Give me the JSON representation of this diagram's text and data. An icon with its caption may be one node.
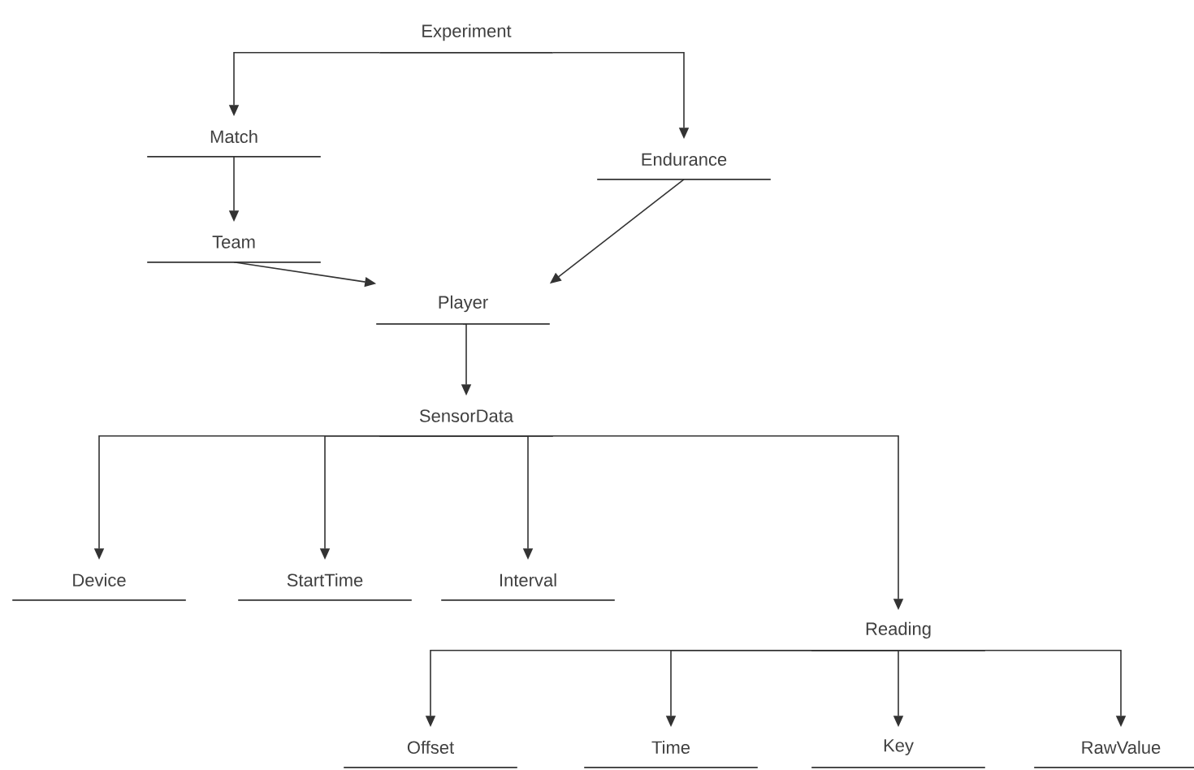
{
  "diagram": {
    "nodes": [
      {
        "text": [
          "Experiment"
        ]
      },
      {
        "text": [
          "Match"
        ]
      },
      {
        "text": [
          "Endurance"
        ]
      },
      {
        "text": [
          "Team"
        ]
      },
      {
        "text": [
          "Player"
        ]
      },
      {
        "text": [
          "SensorData"
        ]
      },
      {
        "text": [
          "Device"
        ]
      },
      {
        "text": [
          "StartTime"
        ]
      },
      {
        "text": [
          "Interval"
        ]
      },
      {
        "text": [
          "Reading"
        ]
      },
      {
        "text": [
          "Offset"
        ]
      },
      {
        "text": [
          "Time"
        ]
      },
      {
        "text": [
          "Key"
        ]
      },
      {
        "text": [
          "RawValue"
        ]
      }
    ],
    "edges": [
      {
        "from": 0,
        "to": 1,
        "arrow": "to"
      },
      {
        "from": 0,
        "to": 2,
        "arrow": "to"
      },
      {
        "from": 1,
        "to": 3,
        "arrow": "to"
      },
      {
        "from": 3,
        "to": 4,
        "arrow": "to"
      },
      {
        "from": 2,
        "to": 4,
        "arrow": "to"
      },
      {
        "from": 4,
        "to": 5,
        "arrow": "to"
      },
      {
        "from": 5,
        "to": 6,
        "arrow": "to"
      },
      {
        "from": 5,
        "to": 7,
        "arrow": "to"
      },
      {
        "from": 5,
        "to": 8,
        "arrow": "to"
      },
      {
        "from": 5,
        "to": 9,
        "arrow": "to"
      },
      {
        "from": 9,
        "to": 10,
        "arrow": "to"
      },
      {
        "from": 9,
        "to": 11,
        "arrow": "to"
      },
      {
        "from": 9,
        "to": 12,
        "arrow": "to"
      },
      {
        "from": 9,
        "to": 13,
        "arrow": "to"
      }
    ]
  }
}
